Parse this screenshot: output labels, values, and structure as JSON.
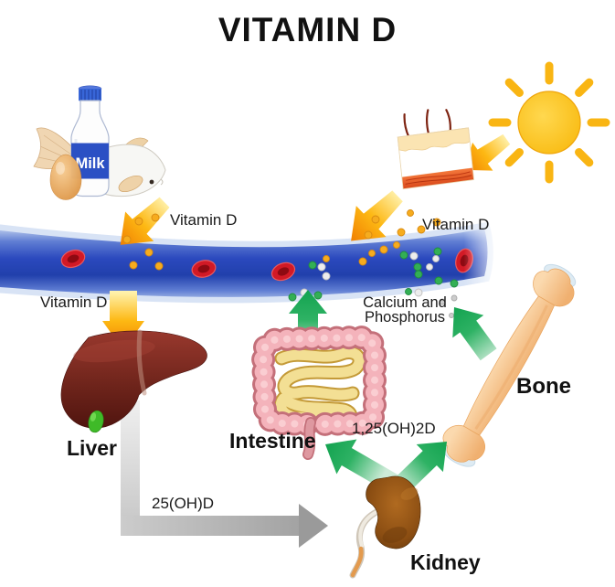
{
  "title": "VITAMIN D",
  "labels": {
    "milk": "Milk",
    "vitamin_d_food": "Vitamin D",
    "vitamin_d_skin": "Vitamin D",
    "vitamin_d_blood": "Vitamin D",
    "calcium_line1": "Calcium and",
    "calcium_line2": "Phosphorus",
    "liver": "Liver",
    "intestine": "Intestine",
    "bone": "Bone",
    "kidney": "Kidney",
    "liver_metabolite": "25(OH)D",
    "kidney_metabolite": "1,25(OH)2D"
  },
  "colors": {
    "title_text": "#111111",
    "vessel_blue": "#2B49BE",
    "rbc_red": "#CE1522",
    "arrow_orange": "#F7941D",
    "arrow_green": "#2BAD5C",
    "arrow_gray": "#ABABAB",
    "sun_yellow": "#FBBD15",
    "vitamin_dot_yellow": "#F6AC1E",
    "calcium_dot_green": "#33AF55",
    "phosphorus_dot_white": "#EDEDED",
    "liver_maroon": "#6E241B",
    "gallbladder_green": "#3FBA28",
    "intestine_pink": "#F4B3BB",
    "small_intestine_yellow": "#F3DF94",
    "bone_peach": "#F9C791",
    "kidney_brown": "#8A4D12",
    "skin_cream": "#FBE4B2",
    "dermis_orange": "#E85E1E",
    "milk_label_blue": "#2B50C4"
  }
}
